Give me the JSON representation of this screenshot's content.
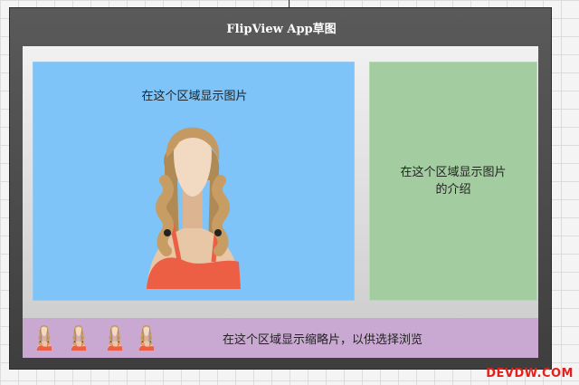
{
  "app": {
    "title": "FlipView App草图"
  },
  "image_area": {
    "caption": "在这个区域显示图片",
    "image": "woman-portrait-with-braids"
  },
  "description_area": {
    "caption": "在这个区域显示图片的介绍"
  },
  "thumbnail_strip": {
    "caption": "在这个区域显示缩略片，以供选择浏览",
    "thumbnail_count": 4
  },
  "watermark": "DEVDW.COM",
  "colors": {
    "frame": "#4a4a4a",
    "image_panel": "#7ec4f8",
    "description_panel": "#a3cda0",
    "thumbnail_strip": "#c9a9d2",
    "watermark": "#e3201b"
  }
}
